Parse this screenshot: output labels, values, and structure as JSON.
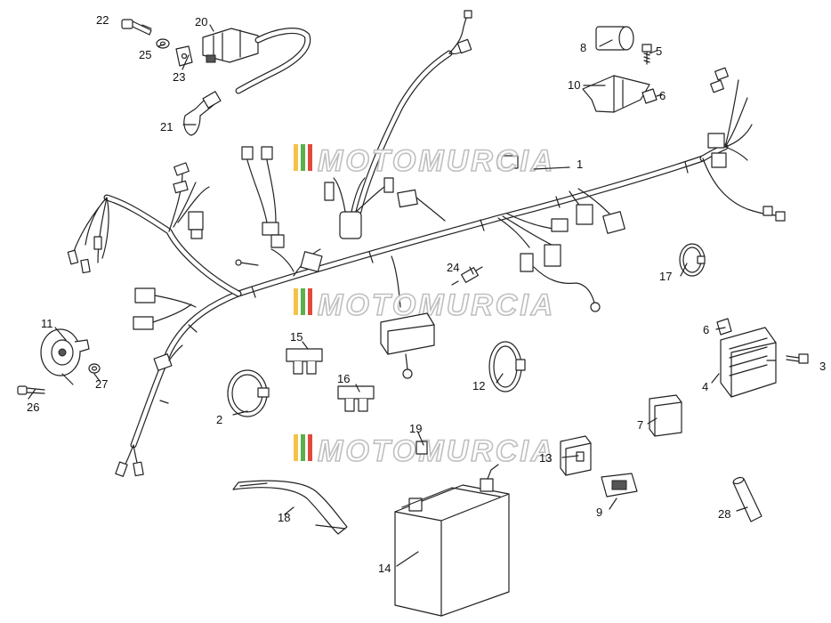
{
  "watermark": {
    "text": "MOTOMURCIA"
  },
  "callouts": [
    {
      "id": "c1",
      "text": "1"
    },
    {
      "id": "c2",
      "text": "2"
    },
    {
      "id": "c3",
      "text": "3"
    },
    {
      "id": "c4",
      "text": "4"
    },
    {
      "id": "c5",
      "text": "5"
    },
    {
      "id": "c6a",
      "text": "6"
    },
    {
      "id": "c6b",
      "text": "6"
    },
    {
      "id": "c7",
      "text": "7"
    },
    {
      "id": "c8",
      "text": "8"
    },
    {
      "id": "c9",
      "text": "9"
    },
    {
      "id": "c10",
      "text": "10"
    },
    {
      "id": "c11",
      "text": "11"
    },
    {
      "id": "c12",
      "text": "12"
    },
    {
      "id": "c13",
      "text": "13"
    },
    {
      "id": "c14",
      "text": "14"
    },
    {
      "id": "c15",
      "text": "15"
    },
    {
      "id": "c16",
      "text": "16"
    },
    {
      "id": "c17",
      "text": "17"
    },
    {
      "id": "c18",
      "text": "18"
    },
    {
      "id": "c19",
      "text": "19"
    },
    {
      "id": "c20",
      "text": "20"
    },
    {
      "id": "c21",
      "text": "21"
    },
    {
      "id": "c22",
      "text": "22"
    },
    {
      "id": "c23",
      "text": "23"
    },
    {
      "id": "c24",
      "text": "24"
    },
    {
      "id": "c25",
      "text": "25"
    },
    {
      "id": "c26",
      "text": "26"
    },
    {
      "id": "c27",
      "text": "27"
    },
    {
      "id": "c28",
      "text": "28"
    }
  ]
}
